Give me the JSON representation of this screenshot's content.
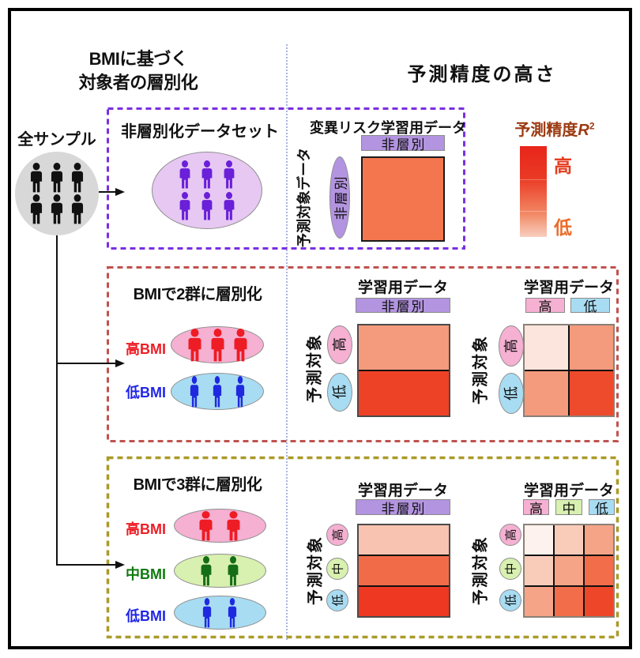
{
  "page": {
    "left_title_line1": "BMIに基づく",
    "left_title_line2": "対象者の層別化",
    "right_title": "予測精度の高さ",
    "sample_label": "全サンプル"
  },
  "sample_group": {
    "count": 6,
    "color": "#111111",
    "variant": "mid"
  },
  "legend": {
    "title_prefix": "予測精度",
    "title_var": "R",
    "title_sup": "2",
    "high_label": "高",
    "low_label": "低",
    "title_color": "#9c3a12",
    "high_color": "#e63c1e",
    "low_color": "#eb6a28",
    "gradient_top": "#e8251b",
    "gradient_mid": "#ea3a24",
    "gradient_mid2": "#f28a66",
    "gradient_bottom": "#f8cfc0"
  },
  "box1": {
    "border_color": "#7a2fe2",
    "title": "非層別化データセット",
    "ellipse_fill": "#e6c8f2",
    "people": {
      "count": 6,
      "color": "#6a1fd8",
      "variant": "normal"
    },
    "matrix": {
      "title": "変異リスク学習用データ",
      "col_header": "非層別",
      "col_header_fill": "#b394e0",
      "row_axis": "予測対象データ",
      "row_header": "非層別",
      "row_header_fill": "#b394e0",
      "cell_color": "#f3764e"
    }
  },
  "box2": {
    "border_color": "#c0524e",
    "title": "BMIで2群に層別化",
    "groups": [
      {
        "label": "高BMI",
        "label_color": "#ee1c24",
        "ellipse_fill": "#f5b0d2",
        "count": 3,
        "color": "#ee1c24",
        "variant": "wide"
      },
      {
        "label": "低BMI",
        "label_color": "#2025e8",
        "ellipse_fill": "#a8dcf2",
        "count": 3,
        "color": "#1f2ae0",
        "variant": "slim"
      }
    ],
    "matrix_unstrat": {
      "title": "学習用データ",
      "col_header": "非層別",
      "col_header_fill": "#b394e0",
      "row_axis": "予測対象",
      "row_headers": [
        "高",
        "低"
      ],
      "row_header_fills": [
        "#f5b0d2",
        "#a8dcf2"
      ],
      "cell_colors": [
        "#f49a7d",
        "#ee4226"
      ]
    },
    "matrix_strat": {
      "title": "学習用データ",
      "col_headers": [
        "高",
        "低"
      ],
      "col_header_fills": [
        "#f5b0d2",
        "#a8dcf2"
      ],
      "row_axis": "予測対象",
      "row_headers": [
        "高",
        "低"
      ],
      "row_header_fills": [
        "#f5b0d2",
        "#a8dcf2"
      ],
      "cell_colors": [
        [
          "#fbe5dc",
          "#f49a7d"
        ],
        [
          "#f49a7d",
          "#ee4a2c"
        ]
      ]
    }
  },
  "box3": {
    "border_color": "#ab9a28",
    "title": "BMIで3群に層別化",
    "groups": [
      {
        "label": "高BMI",
        "label_color": "#ee1c24",
        "ellipse_fill": "#f5b0d2",
        "count": 2,
        "color": "#ee1c24",
        "variant": "wide"
      },
      {
        "label": "中BMI",
        "label_color": "#0f7a0f",
        "ellipse_fill": "#d8f0b0",
        "count": 2,
        "color": "#156e15",
        "variant": "normal"
      },
      {
        "label": "低BMI",
        "label_color": "#2025e8",
        "ellipse_fill": "#a8dcf2",
        "count": 2,
        "color": "#1f2ae0",
        "variant": "slim"
      }
    ],
    "matrix_unstrat": {
      "title": "学習用データ",
      "col_header": "非層別",
      "col_header_fill": "#b394e0",
      "row_axis": "予測対象",
      "row_headers": [
        "高",
        "中",
        "低"
      ],
      "row_header_fills": [
        "#f5b0d2",
        "#d8f0b0",
        "#a8dcf2"
      ],
      "cell_colors": [
        "#f8c3b0",
        "#f26b49",
        "#ee3822"
      ]
    },
    "matrix_strat": {
      "title": "学習用データ",
      "col_headers": [
        "高",
        "中",
        "低"
      ],
      "col_header_fills": [
        "#f5b0d2",
        "#d8f0b0",
        "#a8dcf2"
      ],
      "row_axis": "予測対象",
      "row_headers": [
        "高",
        "中",
        "低"
      ],
      "row_header_fills": [
        "#f5b0d2",
        "#d8f0b0",
        "#a8dcf2"
      ],
      "cell_colors": [
        [
          "#fdf2ee",
          "#f9ccba",
          "#f5a487"
        ],
        [
          "#f9ccba",
          "#f5a487",
          "#f26e4a"
        ],
        [
          "#f5a487",
          "#f26e4a",
          "#ee4629"
        ]
      ]
    }
  }
}
